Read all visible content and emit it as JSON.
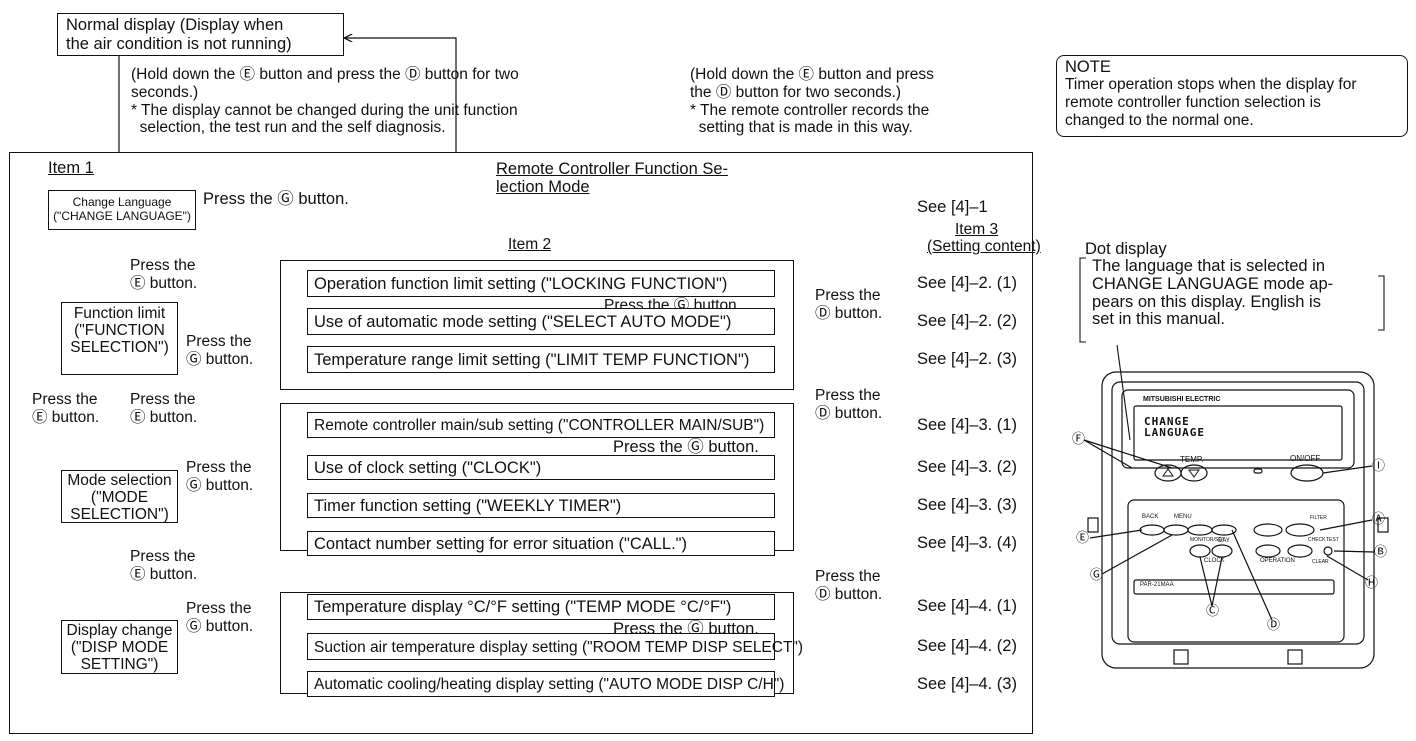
{
  "top": {
    "normal_display": "Normal display (Display when\nthe air condition is not running)",
    "hold_note_1": "(Hold down the Ⓔ button and press the Ⓓ button for two\nseconds.)\n* The display cannot be changed during the unit function\n  selection, the test run and the self diagnosis.",
    "hold_note_2": "(Hold down the Ⓔ button and press\nthe Ⓓ button for two seconds.)\n* The remote controller records the\n  setting that is made in this way."
  },
  "note": {
    "heading": "NOTE",
    "body": "Timer operation stops when the display for\nremote controller function selection is\nchanged to the normal one."
  },
  "main": {
    "title_line1": "Remote Controller Function Se-",
    "title_line2": "lection Mode",
    "item1": "Item 1",
    "item2": "Item 2",
    "item3": "Item 3",
    "item3_sub": "(Setting content)"
  },
  "item1_boxes": {
    "change_language": "Change Language\n(\"CHANGE LANGUAGE\")",
    "function_limit": "Function limit\n(\"FUNCTION\nSELECTION\")",
    "mode_selection": "Mode selection\n(\"MODE\nSELECTION\")",
    "display_change": "Display change\n(\"DISP MODE\nSETTING\")"
  },
  "press": {
    "g_button_long": "Press the Ⓖ button.",
    "e_button_2line": "Press the\nⒺ button.",
    "g_button_2line": "Press the\nⒼ button.",
    "d_button_2line": "Press the\nⒹ button."
  },
  "group2": [
    "Operation function limit setting (\"LOCKING FUNCTION\")",
    "Use of automatic mode setting (\"SELECT AUTO MODE\")",
    "Temperature range limit setting (\"LIMIT TEMP FUNCTION\")"
  ],
  "group3": [
    "Remote controller main/sub setting (\"CONTROLLER MAIN/SUB\")",
    "Use of clock setting (\"CLOCK\")",
    "Timer function setting (\"WEEKLY TIMER\")",
    "Contact number setting for error situation (\"CALL.\")"
  ],
  "group4": [
    "Temperature display °C/°F setting (\"TEMP MODE °C/°F\")",
    "Suction air temperature display setting (\"ROOM TEMP DISP SELECT\")",
    "Automatic cooling/heating display setting (\"AUTO MODE DISP C/H\")"
  ],
  "see": {
    "r41": "See [4]–1",
    "r421": "See [4]–2. (1)",
    "r422": "See [4]–2. (2)",
    "r423": "See [4]–2. (3)",
    "r431": "See [4]–3. (1)",
    "r432": "See [4]–3. (2)",
    "r433": "See [4]–3. (3)",
    "r434": "See [4]–3. (4)",
    "r441": "See [4]–4. (1)",
    "r442": "See [4]–4. (2)",
    "r443": "See [4]–4. (3)"
  },
  "dot_display": {
    "title": "Dot display",
    "body": "The language that is selected in\nCHANGE LANGUAGE mode ap-\npears on this display. English is\nset in this manual."
  },
  "remote": {
    "brand": "MITSUBISHI ELECTRIC",
    "screen": "CHANGE\nLANGUAGE",
    "temp": "TEMP.",
    "on_off": "ON/OFF",
    "menu": "MENU",
    "back": "BACK",
    "monitor_set": "MONITOR/SET",
    "day": "DAY",
    "clock": "CLOCK",
    "operation": "OPERATION",
    "filter": "FILTER",
    "check": "CHECK",
    "test": "TEST",
    "clear": "CLEAR",
    "model": "PAR-21MAA",
    "callouts": [
      "Ⓕ",
      "Ⓘ",
      "Ⓐ",
      "Ⓔ",
      "Ⓑ",
      "Ⓖ",
      "Ⓗ",
      "Ⓒ",
      "Ⓓ"
    ]
  }
}
